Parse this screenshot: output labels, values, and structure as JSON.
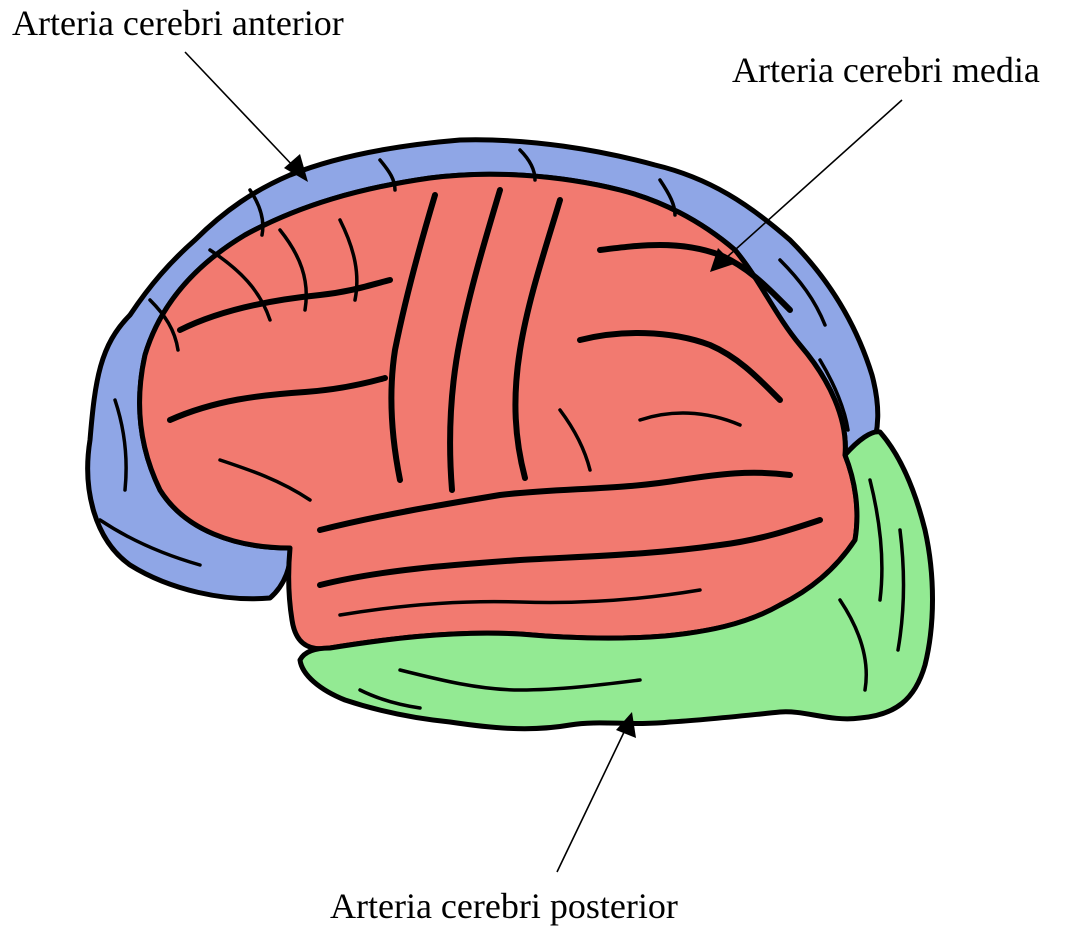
{
  "labels": {
    "anterior": "Arteria cerebri anterior",
    "media": "Arteria cerebri media",
    "posterior": "Arteria cerebri posterior"
  },
  "territories": [
    {
      "id": "anterior",
      "color": "#8fa6e6"
    },
    {
      "id": "media",
      "color": "#f27a70"
    },
    {
      "id": "posterior",
      "color": "#93ea93"
    }
  ],
  "outline_color": "#000000",
  "background_color": "#ffffff"
}
